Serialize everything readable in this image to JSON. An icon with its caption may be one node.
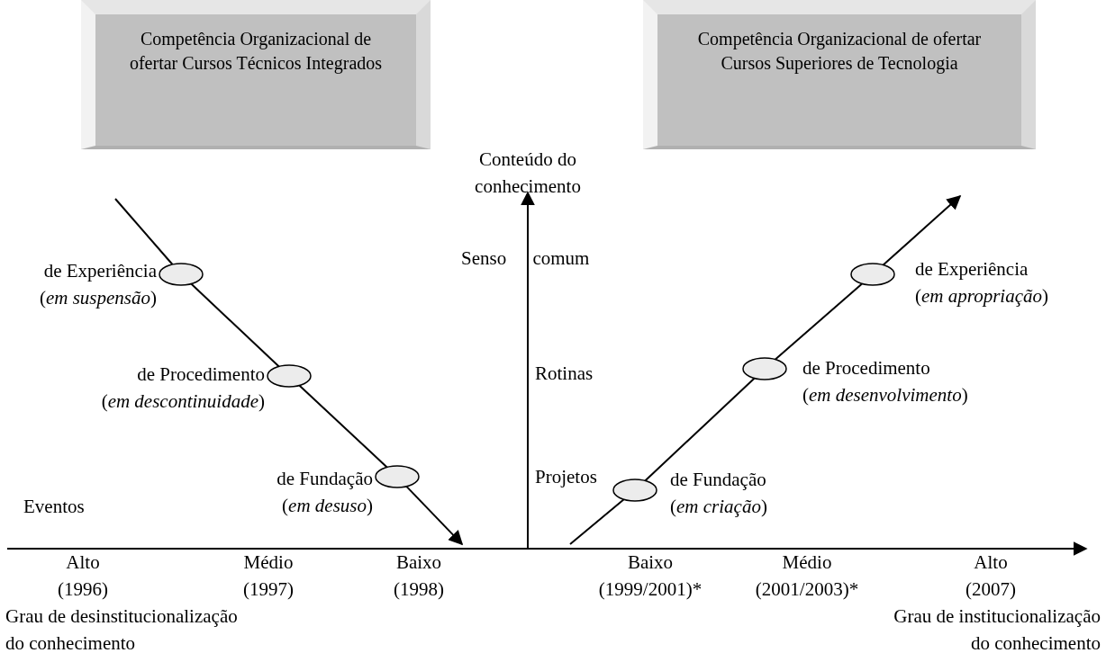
{
  "diagram": {
    "nodes": [
      {
        "text": [
          "Competência Organizacional de ofertar Cursos Técnicos Integrados"
        ]
      },
      {
        "text": [
          "Competência Organizacional de ofertar Cursos Superiores de Tecnologia"
        ]
      },
      {
        "text": [],
        "shape": "circle",
        "beside": [
          "de Experiência (*em suspensão*)"
        ]
      },
      {
        "text": [],
        "shape": "circle",
        "beside": [
          "de Procedimento (*em descontinuidade*)"
        ]
      },
      {
        "text": [],
        "shape": "circle",
        "beside": [
          "de Fundação (*em desuso*)"
        ]
      },
      {
        "text": [],
        "shape": "circle",
        "beside": [
          "de Fundação (*em criação*)"
        ]
      },
      {
        "text": [],
        "shape": "circle",
        "beside": [
          "de Procedimento (*em desenvolvimento*)"
        ]
      },
      {
        "text": [],
        "shape": "circle",
        "beside": [
          "de Experiência (*em apropriação*)"
        ]
      }
    ],
    "edges": [
      {
        "from": null,
        "to": 2,
        "arrow": "none"
      },
      {
        "from": 2,
        "to": 3,
        "arrow": "none"
      },
      {
        "from": 3,
        "to": 4,
        "arrow": "none"
      },
      {
        "from": 4,
        "to": null,
        "arrow": "to"
      },
      {
        "from": null,
        "to": 5,
        "arrow": "none"
      },
      {
        "from": 5,
        "to": 6,
        "arrow": "none"
      },
      {
        "from": 6,
        "to": 7,
        "arrow": "none"
      },
      {
        "from": 7,
        "to": null,
        "arrow": "to"
      }
    ],
    "labels": [
      "Conteúdo do conhecimento",
      "Senso comum",
      "Rotinas",
      "Projetos",
      "Eventos",
      "Alto (1996)",
      "Médio (1997)",
      "Baixo (1998)",
      "Baixo (1999/2001)*",
      "Médio (2001/2003)*",
      "Alto (2007)",
      "Grau de desinstitucionalização do conhecimento",
      "Grau de institucionalização do conhecimento"
    ]
  }
}
